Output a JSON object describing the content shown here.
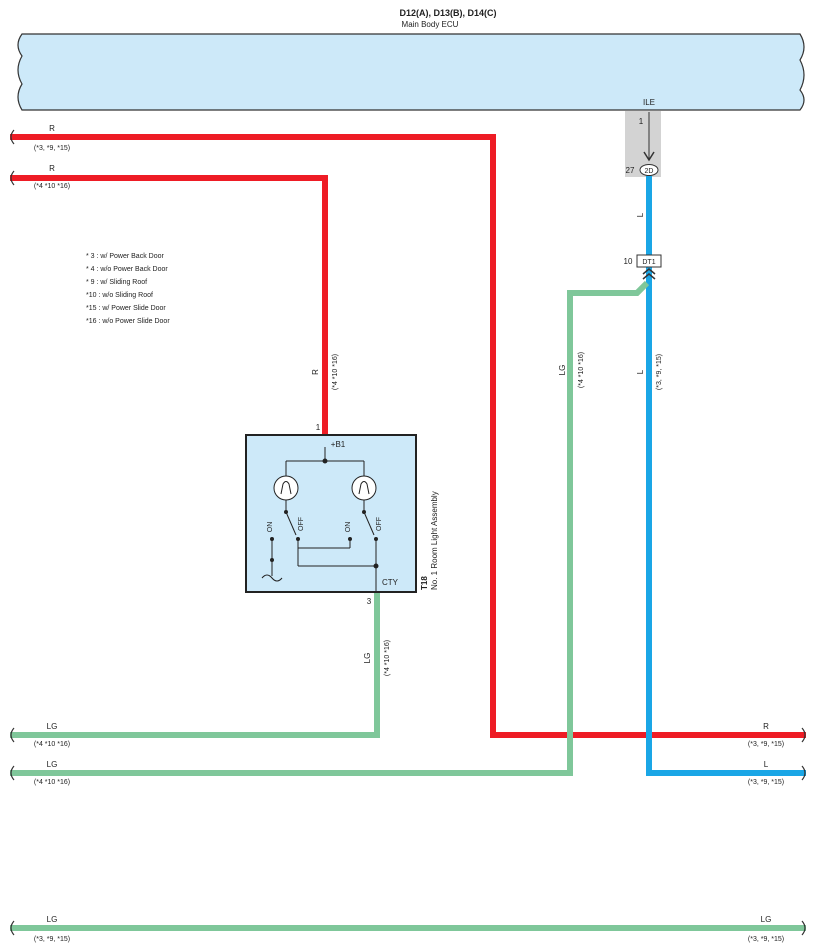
{
  "ecu": {
    "codes": "D12(A), D13(B), D14(C)",
    "name": "Main Body ECU",
    "pin_name": "ILE",
    "pin_no": "1"
  },
  "connector_2d": {
    "pin": "27",
    "label": "2D"
  },
  "connector_dt1": {
    "pin": "10",
    "label": "DT1"
  },
  "wires": {
    "r_top": {
      "color": "R",
      "cond": "(*3, *9, *15)"
    },
    "r_second": {
      "color": "R",
      "cond": "(*4 *10 *16)"
    },
    "r_vertical": {
      "color": "R",
      "cond": "(*4 *10 *16)"
    },
    "lg_vertical_right": {
      "color": "LG",
      "cond": "(*4 *10 *16)"
    },
    "l_vertical_top": {
      "color": "L"
    },
    "l_vertical_bottom": {
      "color": "L",
      "cond": "(*3, *9, *15)"
    },
    "lg_vertical_bottom": {
      "color": "LG",
      "cond": "(*4 *10 *16)"
    },
    "lg_bottom1": {
      "color": "LG",
      "cond": "(*4 *10 *16)"
    },
    "lg_bottom2": {
      "color": "LG",
      "cond": "(*4 *10 *16)"
    },
    "r_right": {
      "color": "R",
      "cond": "(*3, *9, *15)"
    },
    "l_right": {
      "color": "L",
      "cond": "(*3, *9, *15)"
    },
    "lg_last_left": {
      "color": "LG",
      "cond": "(*3, *9, *15)"
    },
    "lg_last_right": {
      "color": "LG",
      "cond": "(*3, *9, *15)"
    }
  },
  "notes": [
    "* 3 : w/ Power Back Door",
    "* 4 : w/o Power Back Door",
    "* 9 : w/ Sliding Roof",
    "*10 : w/o Sliding Roof",
    "*15 : w/ Power Slide Door",
    "*16 : w/o Power Slide Door"
  ],
  "component": {
    "code": "T18",
    "name": "No. 1 Room Light Assembly",
    "pin_b1": "+B1",
    "pin_b1_no": "1",
    "pin_cty": "CTY",
    "pin_cty_no": "3",
    "on_label": "ON",
    "off_label": "OFF"
  },
  "colors": {
    "red": "#ee1c25",
    "blue": "#1aa6e6",
    "green": "#7fc79a",
    "ecu_fill": "#cde9f9",
    "component_fill": "#cde9f9"
  }
}
